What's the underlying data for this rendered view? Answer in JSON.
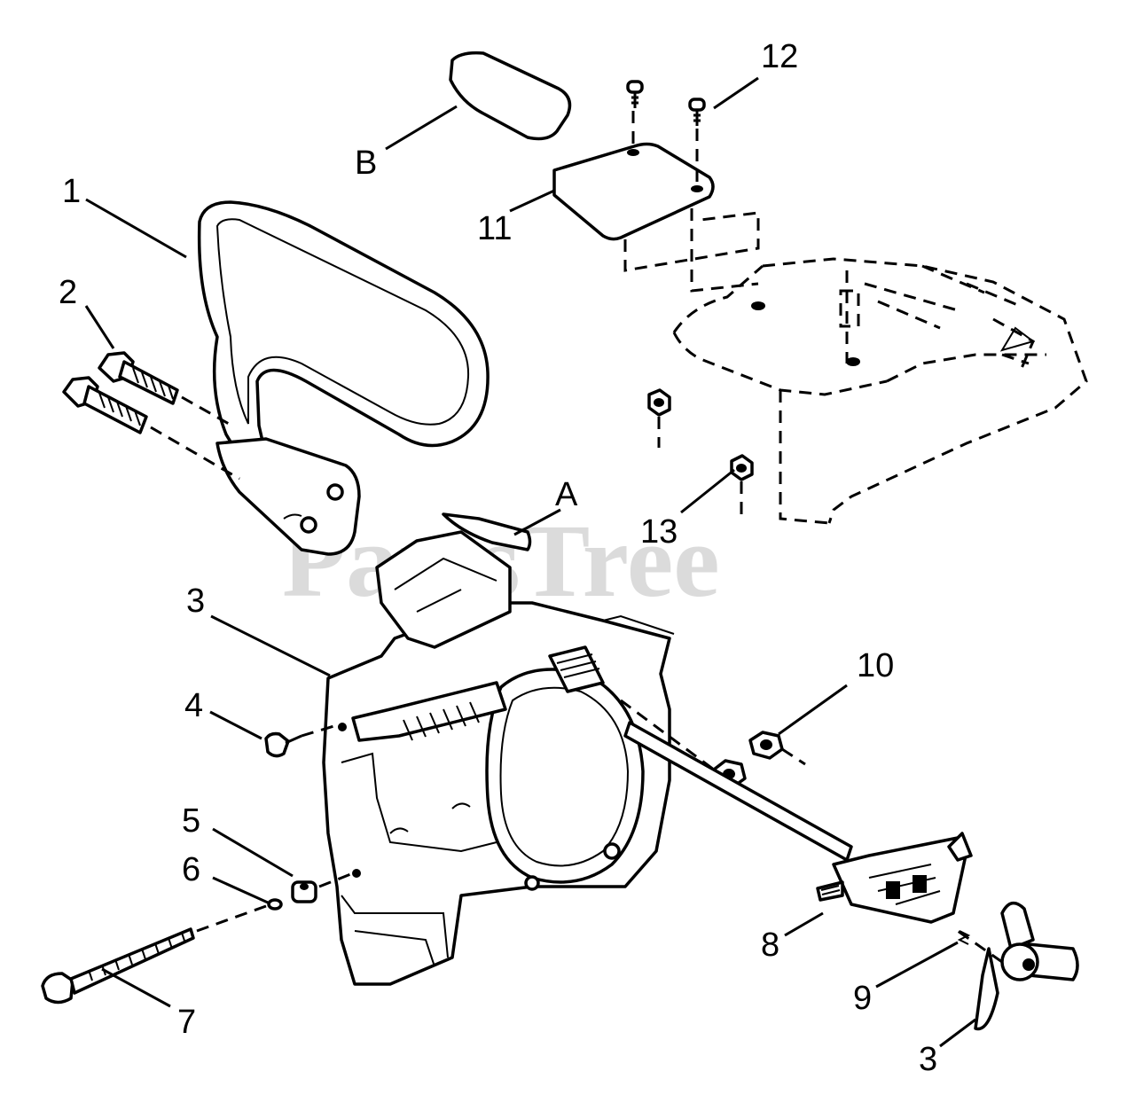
{
  "watermark": "PartsTree",
  "callouts": {
    "c1": "1",
    "c2": "2",
    "c3a": "3",
    "c3b": "3",
    "c4": "4",
    "c5": "5",
    "c6": "6",
    "c7": "7",
    "c8": "8",
    "c9": "9",
    "c10": "10",
    "c11": "11",
    "c12": "12",
    "c13": "13",
    "cA": "A",
    "cB": "B"
  }
}
